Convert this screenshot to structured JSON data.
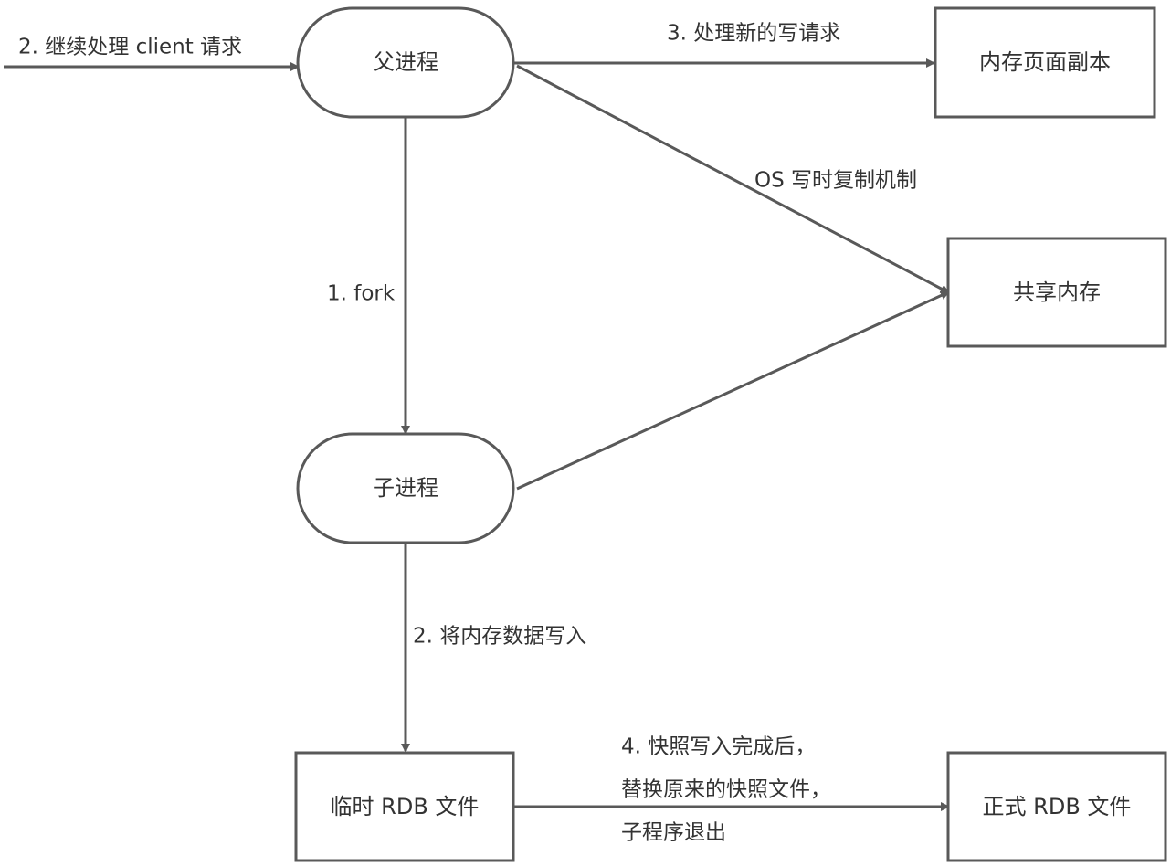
{
  "colors": {
    "stroke": "#595959",
    "text": "#333333",
    "background": "#ffffff"
  },
  "nodes": {
    "parent_process": "父进程",
    "child_process": "子进程",
    "memory_page_copy": "内存页面副本",
    "shared_memory": "共享内存",
    "temp_rdb": "临时 RDB 文件",
    "final_rdb": "正式 RDB 文件"
  },
  "edges": {
    "client_requests": "2. 继续处理 client 请求",
    "new_writes": "3. 处理新的写请求",
    "copy_on_write": "OS 写时复制机制",
    "fork": "1. fork",
    "write_memory": "2. 将内存数据写入",
    "snapshot_done": [
      "4. 快照写入完成后，",
      "替换原来的快照文件，",
      "子程序退出"
    ]
  }
}
